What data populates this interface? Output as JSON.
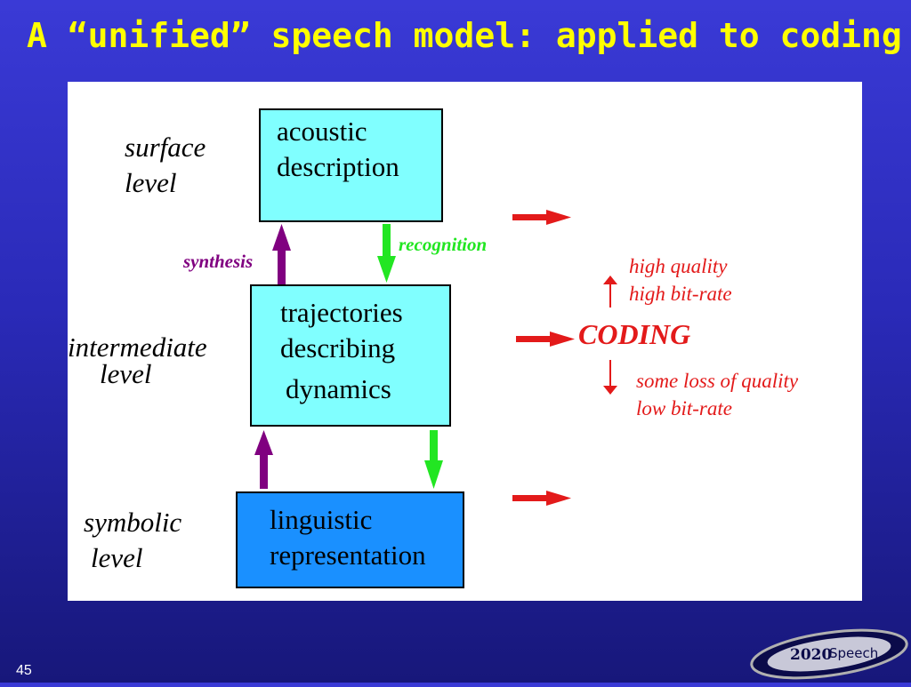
{
  "slide": {
    "title": "A “unified” speech model: applied to coding",
    "page_number": "45"
  },
  "levels": {
    "surface": [
      "surface",
      "level"
    ],
    "intermediate": [
      "intermediate",
      "level"
    ],
    "symbolic": [
      "symbolic",
      "level"
    ]
  },
  "boxes": {
    "acoustic": [
      "acoustic",
      "description"
    ],
    "trajectories": [
      "trajectories",
      "describing",
      "dynamics"
    ],
    "linguistic": [
      "linguistic",
      "representation"
    ]
  },
  "arrow_labels": {
    "synthesis": "synthesis",
    "recognition": "recognition"
  },
  "coding": {
    "label": "CODING",
    "up_lines": [
      "high quality",
      "high bit-rate"
    ],
    "down_lines": [
      "some loss of quality",
      "low bit-rate"
    ]
  },
  "logo": {
    "text_number": "2020",
    "text_word": "Speech"
  },
  "colors": {
    "slide_background": "#2a2ab8",
    "title": "#ffff00",
    "box_light": "#80ffff",
    "box_dark": "#1a90ff",
    "synthesis_arrow": "#800080",
    "recognition_arrow": "#22e622",
    "coding": "#e31a1a"
  }
}
